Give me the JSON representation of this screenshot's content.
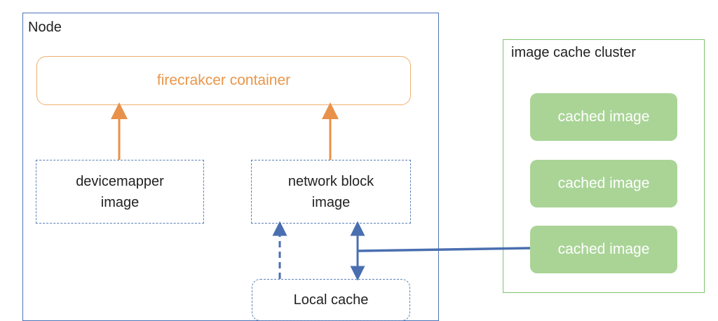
{
  "node": {
    "title": "Node"
  },
  "container": {
    "label": "firecrakcer container"
  },
  "devicemapper": {
    "line1": "devicemapper",
    "line2": "image"
  },
  "network_block": {
    "line1": "network block",
    "line2": "image"
  },
  "local_cache": {
    "label": "Local cache"
  },
  "cluster": {
    "title": "image cache cluster",
    "items": [
      "cached image",
      "cached image",
      "cached image"
    ]
  },
  "colors": {
    "node_border": "#4a74b8",
    "container_border": "#f0b071",
    "container_text": "#e8964a",
    "arrow_orange": "#e8914a",
    "arrow_blue": "#4a6fb0",
    "cluster_border": "#7cc46e",
    "cached_fill": "#a9d496"
  }
}
